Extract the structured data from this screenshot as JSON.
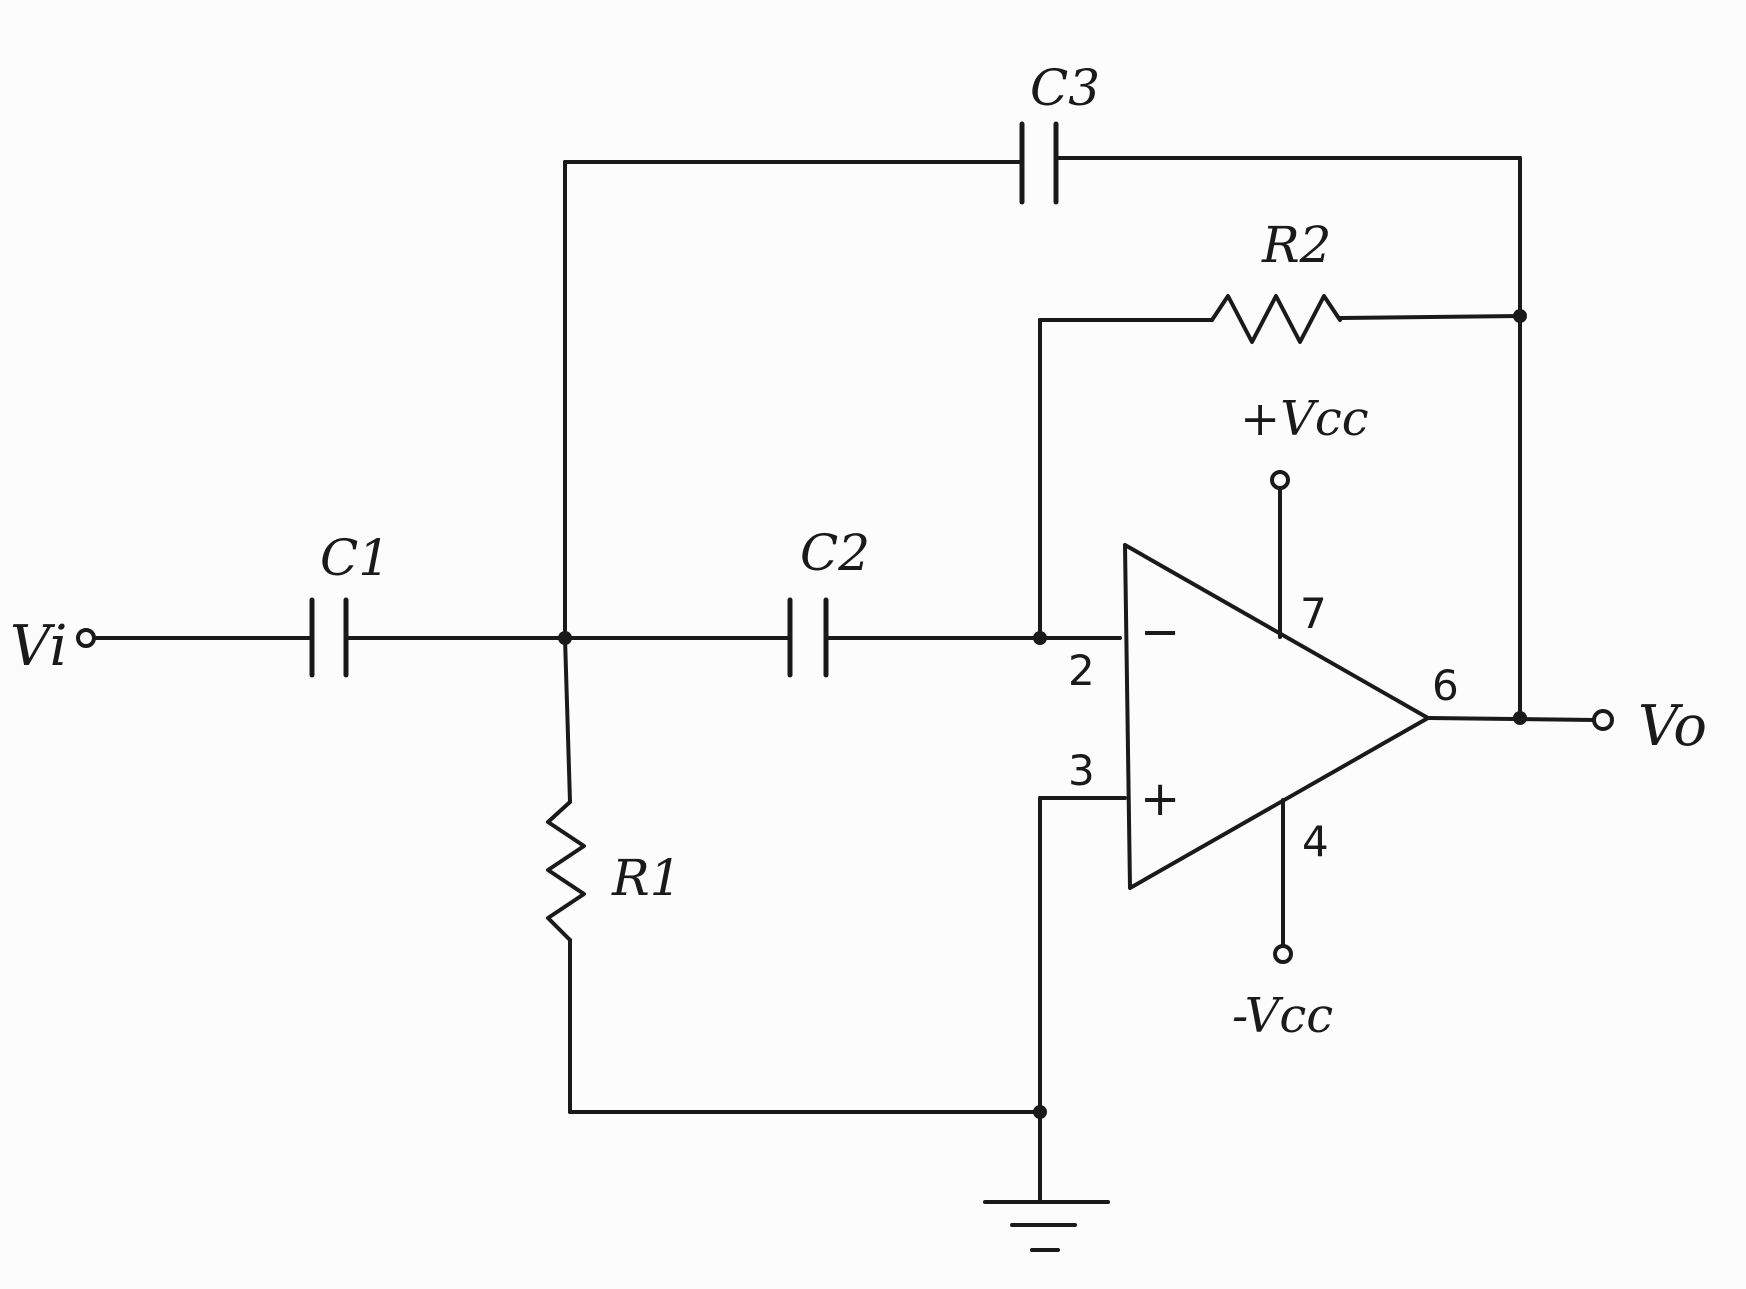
{
  "diagram": {
    "labels": {
      "input": "Vi",
      "output": "Vo",
      "c1": "C1",
      "c2": "C2",
      "c3": "C3",
      "r1": "R1",
      "r2": "R2",
      "vcc_pos": "+Vcc",
      "vcc_neg": "-Vcc"
    },
    "pins": {
      "inverting": "2",
      "noninverting": "3",
      "output": "6",
      "vpos": "7",
      "vneg": "4"
    },
    "opamp_signs": {
      "minus": "−",
      "plus": "+"
    }
  }
}
